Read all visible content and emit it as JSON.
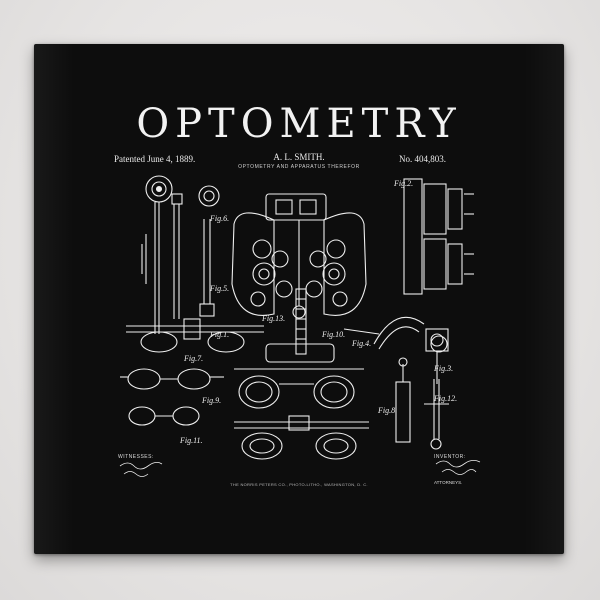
{
  "poster": {
    "title": "OPTOMETRY",
    "patented": "Patented June 4, 1889.",
    "inventor_name": "A. L. SMITH.",
    "subtitle": "OPTOMETRY AND APPARATUS THEREFOR",
    "patent_number": "No. 404,803.",
    "witnesses_label": "WITNESSES:",
    "inventor_label": "INVENTOR:",
    "attorney_label": "ATTORNEYS.",
    "printer_line": "THE NORRIS PETERS CO., PHOTO-LITHO., WASHINGTON, D. C."
  },
  "figure_labels": {
    "fig1": "Fig.1.",
    "fig2": "Fig.2.",
    "fig3": "Fig.3.",
    "fig4": "Fig.4.",
    "fig5": "Fig.5.",
    "fig6": "Fig.6.",
    "fig7": "Fig.7.",
    "fig8": "Fig.8.",
    "fig9": "Fig.9.",
    "fig10": "Fig.10.",
    "fig11": "Fig.11.",
    "fig12": "Fig.12.",
    "fig13": "Fig.13."
  },
  "colors": {
    "wall": "#e9e7e6",
    "fabric": "#0d0d0d",
    "ink": "#f0f0f0"
  }
}
